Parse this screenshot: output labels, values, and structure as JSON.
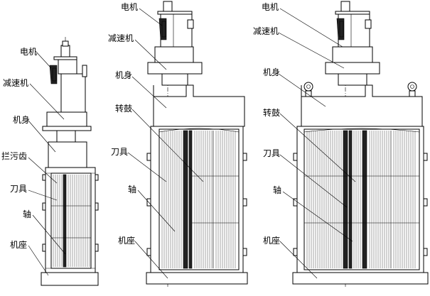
{
  "views": [
    {
      "id": "small",
      "labels": {
        "motor": "电机",
        "reducer": "减速机",
        "body": "机身",
        "trash_teeth": "拦污齿",
        "blade": "刀具",
        "shaft": "轴",
        "base": "机座"
      }
    },
    {
      "id": "medium",
      "labels": {
        "motor": "电机",
        "reducer": "减速机",
        "body": "机身",
        "drum": "转鼓",
        "blade": "刀具",
        "shaft": "轴",
        "base": "机座"
      }
    },
    {
      "id": "large",
      "labels": {
        "motor": "电机",
        "reducer": "减速机",
        "body": "机身",
        "drum": "转鼓",
        "blade": "刀具",
        "shaft": "轴",
        "base": "机座"
      }
    }
  ]
}
